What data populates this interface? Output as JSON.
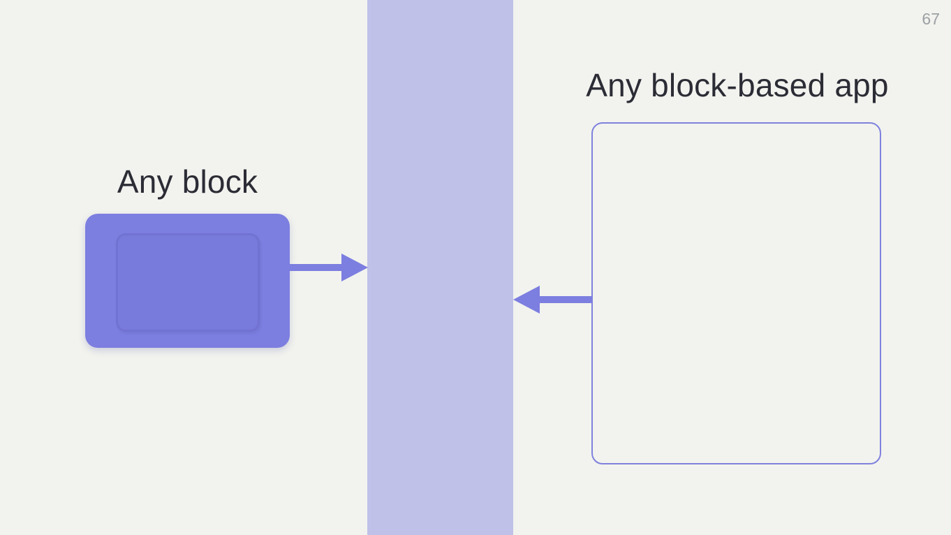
{
  "colors": {
    "background": "#f2f3ee",
    "band": "#bfc1e9",
    "accent": "#7c7ee0",
    "accent_border": "#7f81de",
    "text": "#2b2c35",
    "muted": "#9da0a4"
  },
  "slide": {
    "page_number": "67"
  },
  "diagram": {
    "left": {
      "label": "Any block"
    },
    "right": {
      "label": "Any block-based app"
    },
    "icons": {
      "arrow_right": "arrow-right-icon",
      "arrow_left": "arrow-left-icon",
      "band": "integration-band",
      "block": "block-shape",
      "app_container": "app-container-outline"
    }
  }
}
